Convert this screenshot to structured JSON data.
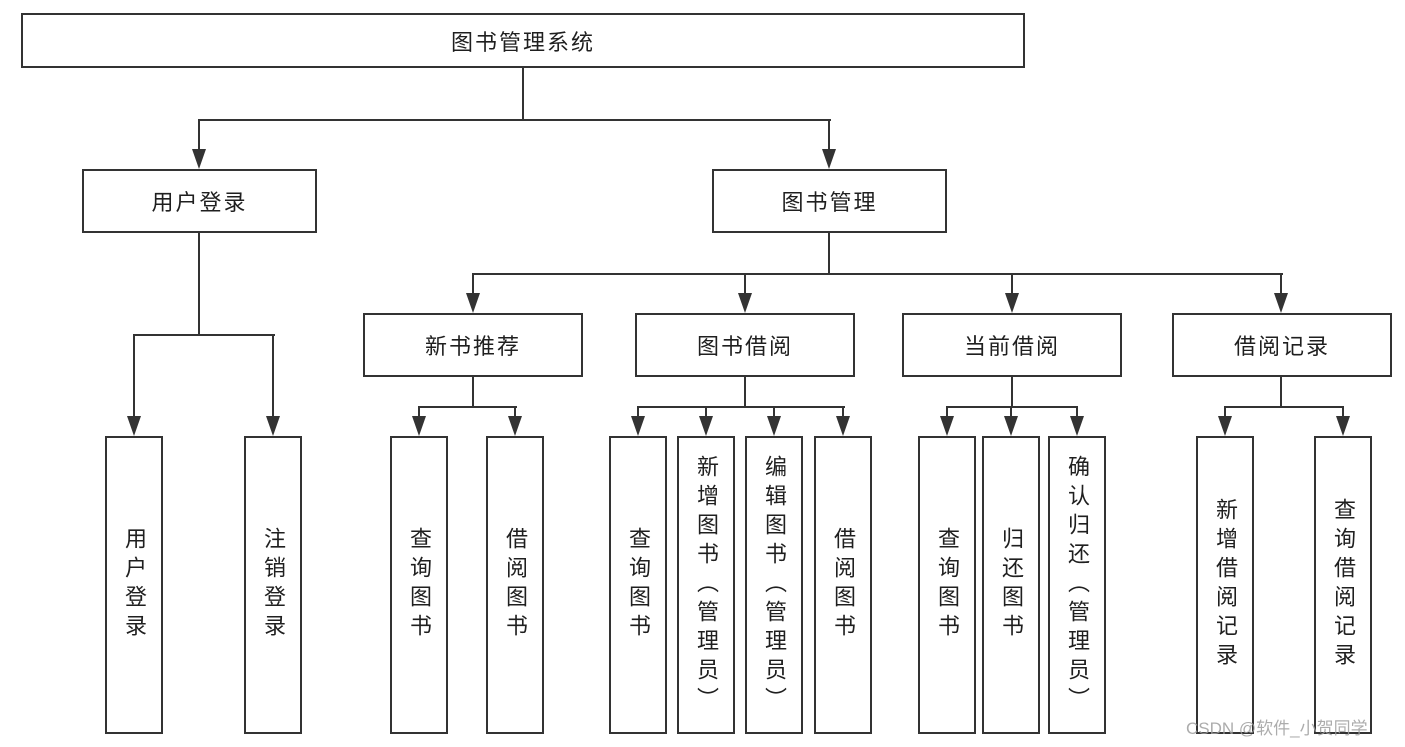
{
  "watermark": {
    "text": "CSDN @软件_小贺同学"
  },
  "colors": {
    "line": "#333333",
    "text": "#1f1f1f",
    "watermark": "#9e9e9e",
    "background": "#ffffff"
  },
  "tree": {
    "label": "图书管理系统",
    "children": [
      {
        "label": "用户登录",
        "children": [
          {
            "label": "用户登录"
          },
          {
            "label": "注销登录"
          }
        ]
      },
      {
        "label": "图书管理",
        "children": [
          {
            "label": "新书推荐",
            "children": [
              {
                "label": "查询图书"
              },
              {
                "label": "借阅图书"
              }
            ]
          },
          {
            "label": "图书借阅",
            "children": [
              {
                "label": "查询图书"
              },
              {
                "label": "新增图书（管理员）"
              },
              {
                "label": "编辑图书（管理员）"
              },
              {
                "label": "借阅图书"
              }
            ]
          },
          {
            "label": "当前借阅",
            "children": [
              {
                "label": "查询图书"
              },
              {
                "label": "归还图书"
              },
              {
                "label": "确认归还（管理员）"
              }
            ]
          },
          {
            "label": "借阅记录",
            "children": [
              {
                "label": "新增借阅记录"
              },
              {
                "label": "查询借阅记录"
              }
            ]
          }
        ]
      }
    ]
  }
}
